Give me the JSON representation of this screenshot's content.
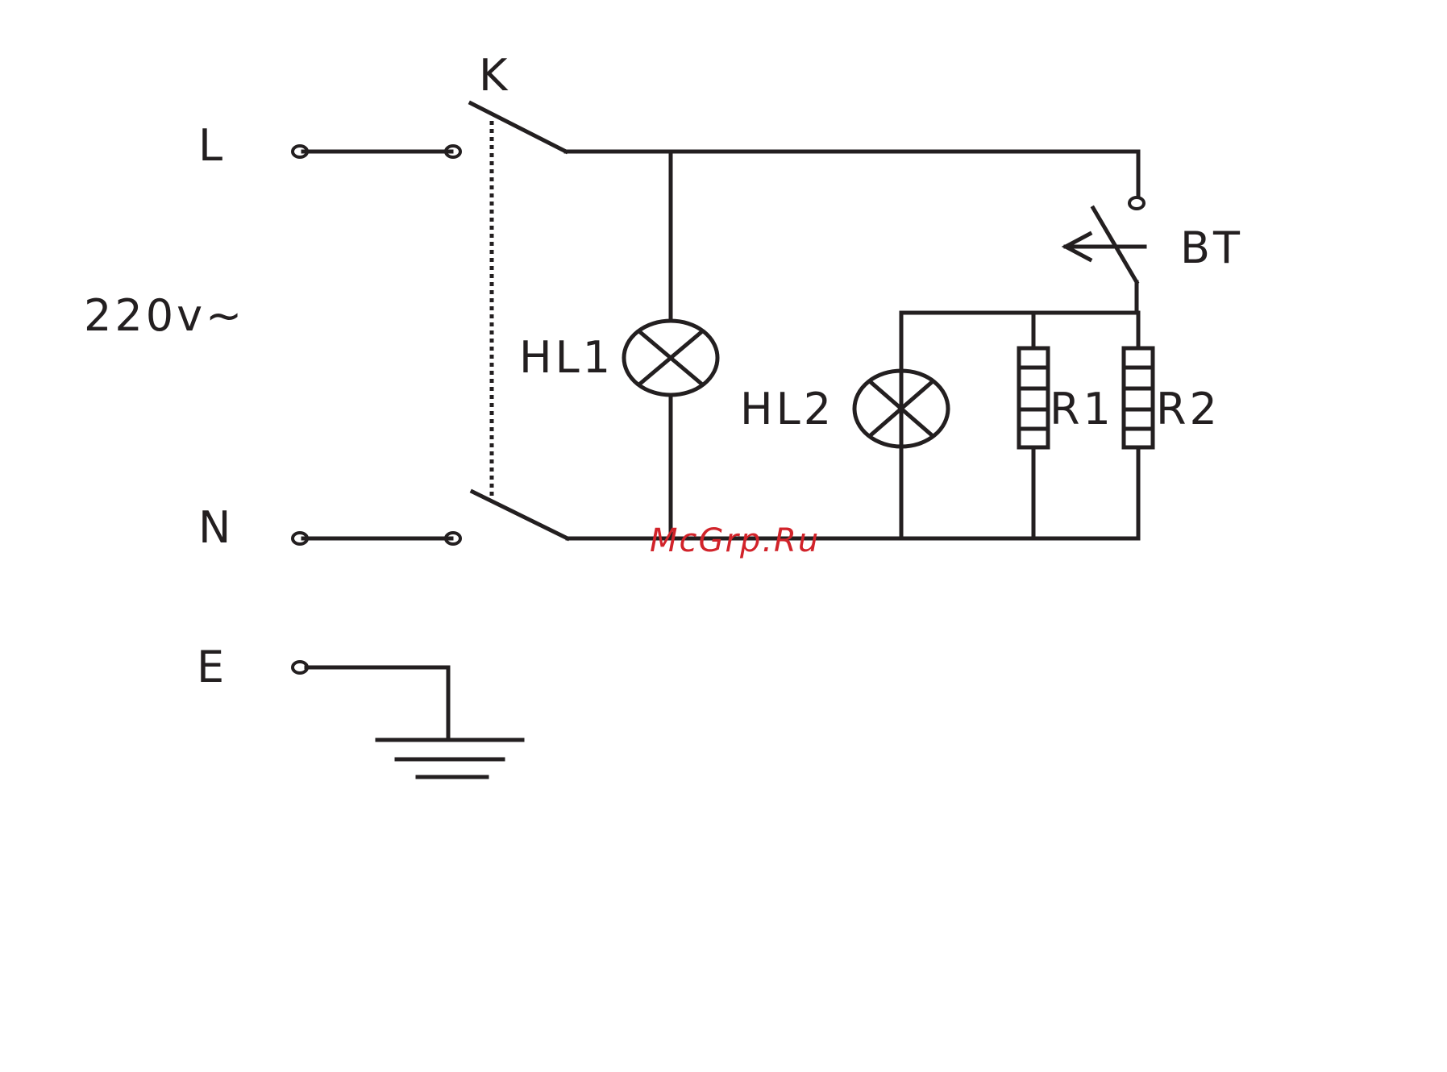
{
  "labels": {
    "line": "L",
    "neutral": "N",
    "earth": "E",
    "voltage": "220v~",
    "main_switch": "K",
    "thermostat": "BT",
    "lamp1": "HL1",
    "lamp2": "HL2",
    "resistor1": "R1",
    "resistor2": "R2"
  },
  "watermark": "McGrp.Ru",
  "colors": {
    "line": "#231f20",
    "watermark": "#d1232a",
    "background": "#ffffff"
  }
}
